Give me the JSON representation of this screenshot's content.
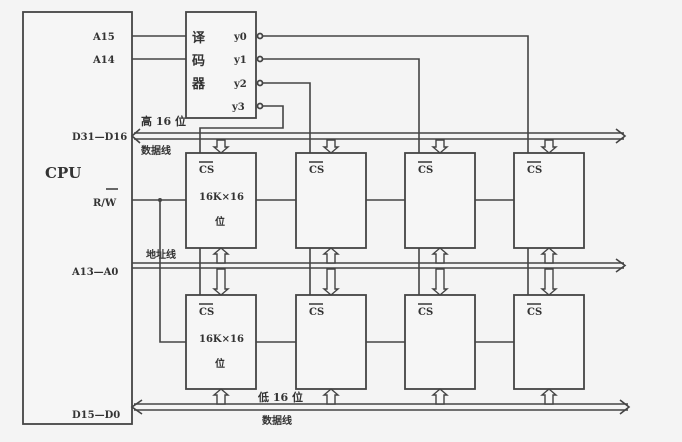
{
  "cpu": {
    "label": "CPU",
    "pins": {
      "a15": "A15",
      "a14": "A14",
      "data_high": "D31—D16",
      "rw": "R/W",
      "addr": "A13—A0",
      "data_low": "D15—D0"
    }
  },
  "decoder": {
    "label_chars": [
      "译",
      "码",
      "器"
    ],
    "outputs": [
      "y0",
      "y1",
      "y2",
      "y3"
    ]
  },
  "buses": {
    "high_data_line1": "高 16 位",
    "high_data_line2": "数据线",
    "address": "地址线",
    "low_data_line1": "低 16 位",
    "low_data_line2": "数据线"
  },
  "chip": {
    "cs": "CS",
    "capacity": "16K×16",
    "unit": "位"
  },
  "colors": {
    "line": "#444444",
    "background": "#f4f4f4"
  }
}
